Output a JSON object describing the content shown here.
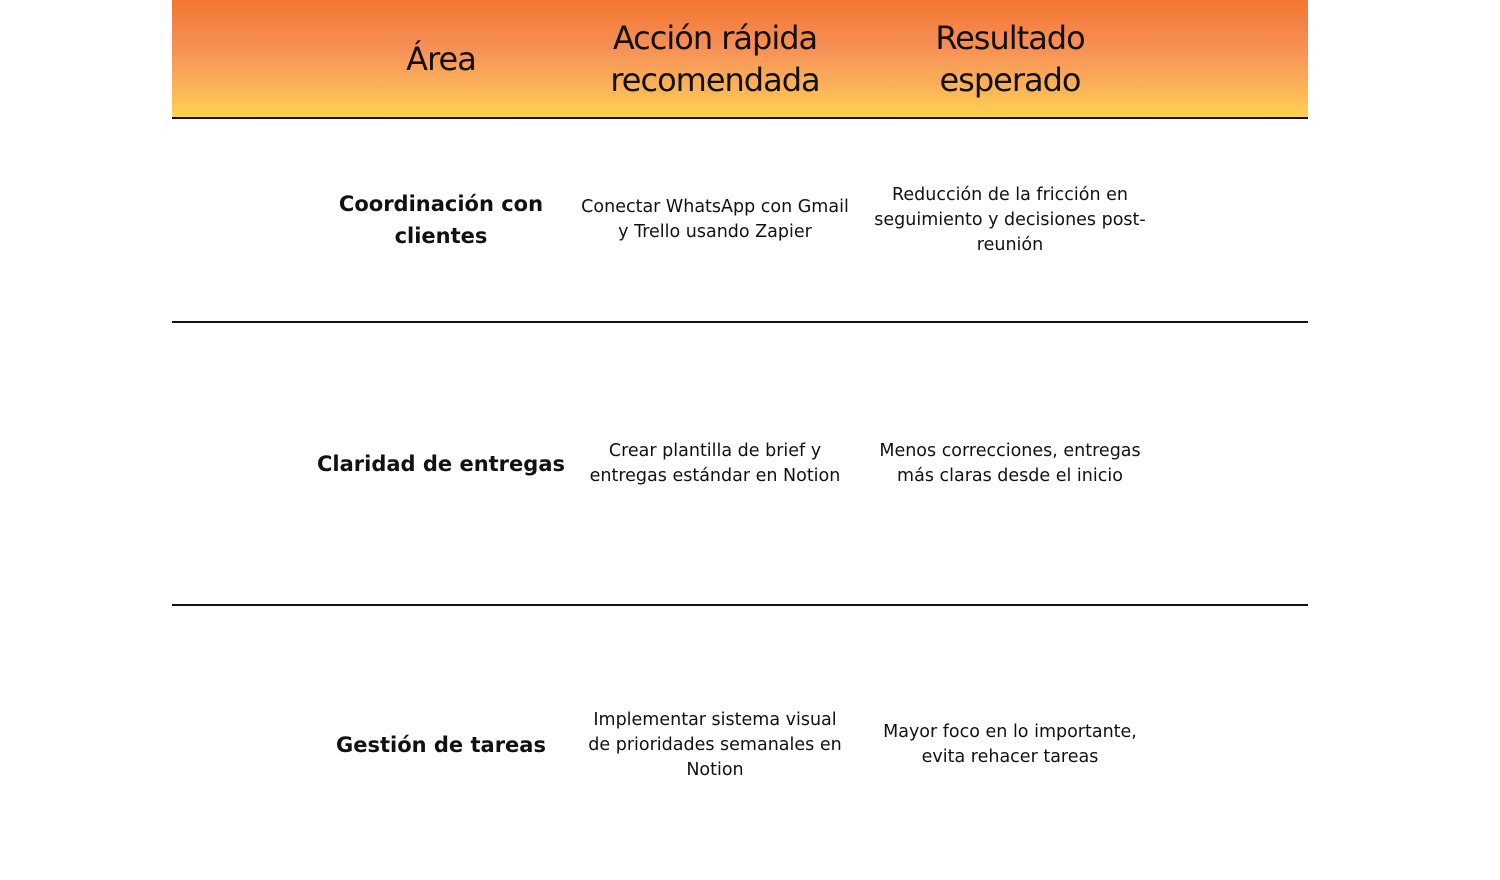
{
  "header": {
    "col_area": "Área",
    "col_action": "Acción rápida\nrecomendada",
    "col_result": "Resultado\nesperado"
  },
  "rows": [
    {
      "area": "Coordinación con clientes",
      "action": "Conectar WhatsApp con Gmail y Trello usando Zapier",
      "result": "Reducción de la fricción en seguimiento y decisiones post-reunión"
    },
    {
      "area": "Claridad de entregas",
      "action": "Crear plantilla de brief y entregas estándar en Notion",
      "result": "Menos correcciones, entregas más claras desde el inicio"
    },
    {
      "area": "Gestión de tareas",
      "action": "Implementar sistema visual de prioridades semanales en Notion",
      "result": "Mayor foco en lo importante, evita rehacer tareas"
    }
  ]
}
